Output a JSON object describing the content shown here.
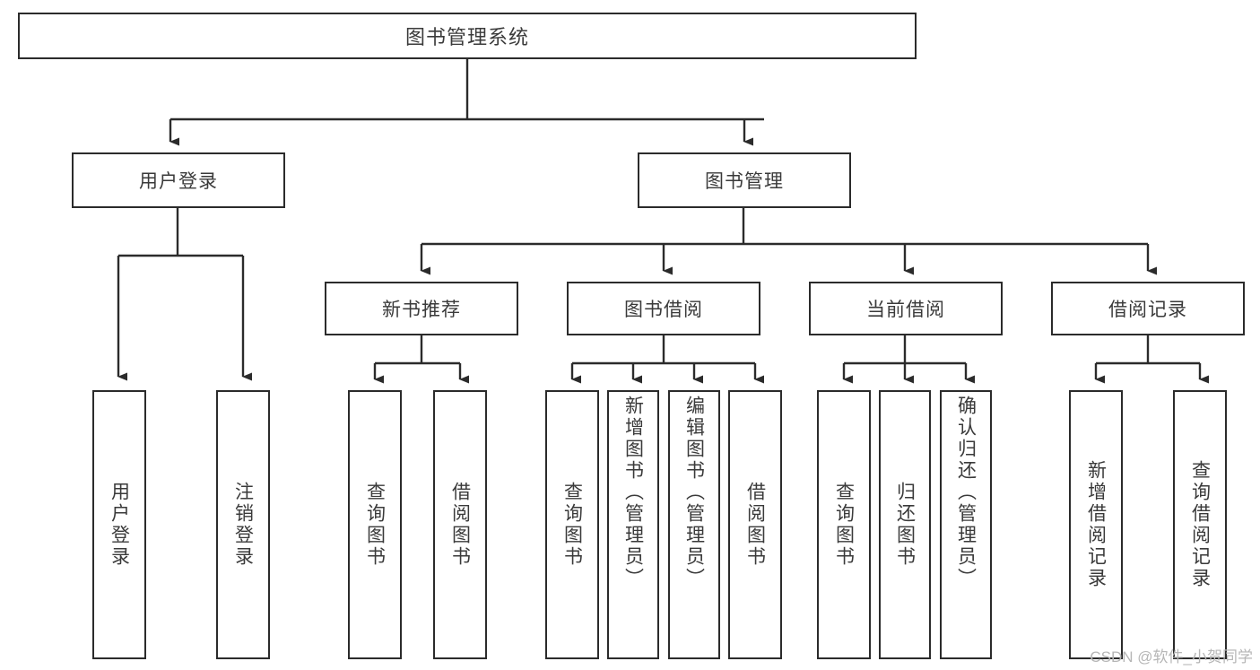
{
  "diagram": {
    "title": "图书管理系统",
    "type": "tree",
    "watermark": "CSDN @软件_小贺同学",
    "colors": {
      "box_border": "#2b2b2b",
      "box_fill": "#ffffff",
      "text": "#3a3a3a",
      "connector": "#2b2b2b",
      "watermark": "#b6b6b6",
      "background": "#ffffff"
    },
    "root": {
      "label": "图书管理系统"
    },
    "level2": [
      {
        "label": "用户登录"
      },
      {
        "label": "图书管理"
      }
    ],
    "level3": [
      {
        "label": "新书推荐",
        "parent": "图书管理"
      },
      {
        "label": "图书借阅",
        "parent": "图书管理"
      },
      {
        "label": "当前借阅",
        "parent": "图书管理"
      },
      {
        "label": "借阅记录",
        "parent": "图书管理"
      }
    ],
    "leaves": {
      "user_login": [
        {
          "label": "用户登录"
        },
        {
          "label": "注销登录"
        }
      ],
      "new_book_recommend": [
        {
          "label": "查询图书"
        },
        {
          "label": "借阅图书"
        }
      ],
      "book_borrow": [
        {
          "label": "查询图书"
        },
        {
          "label": "新增图书（管理员）"
        },
        {
          "label": "编辑图书（管理员）"
        },
        {
          "label": "借阅图书"
        }
      ],
      "current_borrow": [
        {
          "label": "查询图书"
        },
        {
          "label": "归还图书"
        },
        {
          "label": "确认归还（管理员）"
        }
      ],
      "borrow_record": [
        {
          "label": "新增借阅记录"
        },
        {
          "label": "查询借阅记录"
        }
      ]
    }
  }
}
